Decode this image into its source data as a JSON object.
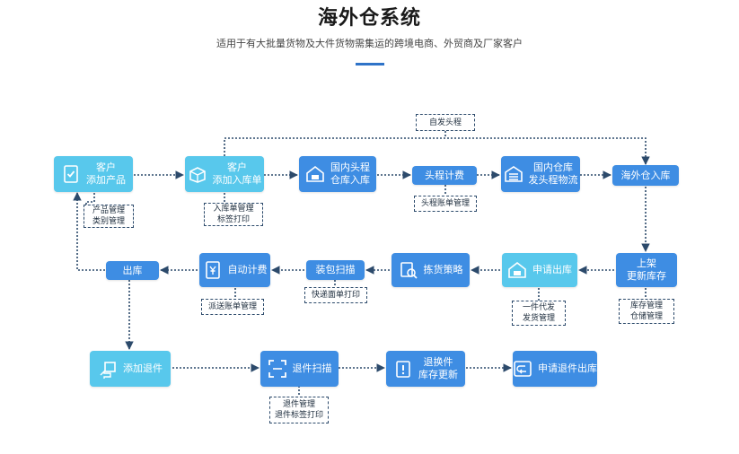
{
  "title": "海外仓系统",
  "subtitle": "适用于有大批量货物及大件货物需集运的跨境电商、外贸商及厂家客户",
  "nodes": {
    "customer_add_product": [
      "客户",
      "添加产品"
    ],
    "customer_add_inbound": [
      "客户",
      "添加入库单"
    ],
    "domestic_first_leg": [
      "国内头程",
      "仓库入库"
    ],
    "first_leg_billing": [
      "头程计费"
    ],
    "domestic_warehouse": [
      "国内仓库",
      "发头程物流"
    ],
    "overseas_inbound": [
      "海外仓入库"
    ],
    "shelving": [
      "上架",
      "更新库存"
    ],
    "apply_outbound": [
      "申请出库"
    ],
    "picking_strategy": [
      "拣货策略"
    ],
    "pack_scan": [
      "装包扫描"
    ],
    "auto_billing": [
      "自动计费"
    ],
    "outbound": [
      "出库"
    ],
    "add_return": [
      "添加退件"
    ],
    "return_scan": [
      "退件扫描"
    ],
    "return_update": [
      "退换件",
      "库存更新"
    ],
    "apply_return_outbound": [
      "申请退件出库"
    ]
  },
  "notes": {
    "self_first_leg": [
      "自发头程"
    ],
    "product_mgmt": [
      "产品管理",
      "类别管理"
    ],
    "inbound_mgmt": [
      "入库单管理",
      "标签打印"
    ],
    "first_leg_bill": [
      "头程账单管理"
    ],
    "inventory_mgmt": [
      "库存管理",
      "仓储管理"
    ],
    "dropship": [
      "一件代发",
      "发货管理"
    ],
    "express_print": [
      "快递面单打印"
    ],
    "dispatch_bill": [
      "派送账单管理"
    ],
    "return_mgmt": [
      "退件管理",
      "退件标签打印"
    ]
  },
  "colors": {
    "dark_box": "#3e8de3",
    "light_box": "#58c8ec",
    "connector": "#2c4a6b",
    "accent": "#2f73c8"
  }
}
